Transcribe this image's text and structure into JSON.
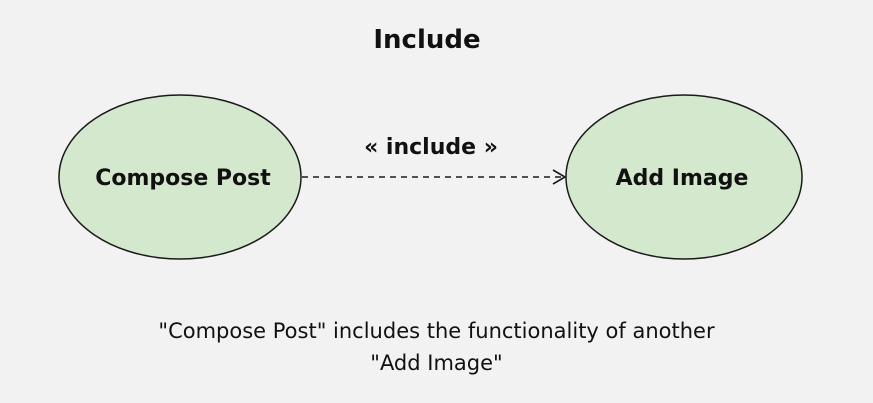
{
  "title": "Include",
  "colors": {
    "background": "#f2f2f2",
    "use_case_fill": "#d4e8cd",
    "stroke": "#1a1a1a",
    "text": "#111111"
  },
  "use_cases": [
    {
      "id": "compose",
      "label": "Compose Post"
    },
    {
      "id": "add_image",
      "label": "Add Image"
    }
  ],
  "relationship": {
    "type": "include",
    "label": "« include »",
    "from": "compose",
    "to": "add_image",
    "line_style": "dashed",
    "arrow": "open"
  },
  "caption": {
    "line1": "\"Compose Post\" includes the functionality of another",
    "line2": "\"Add Image\""
  }
}
